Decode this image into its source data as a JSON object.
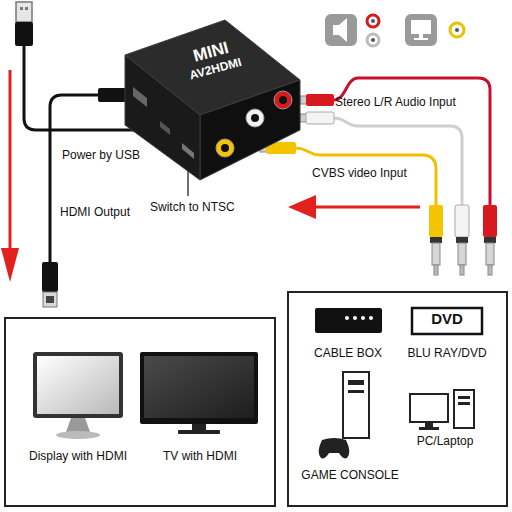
{
  "diagram": {
    "nodes": [
      {
        "text": [
          "MINI",
          "AV2HDMI"
        ]
      },
      {
        "text": [
          "Display with HDMI"
        ]
      },
      {
        "text": [
          "TV with HDMI"
        ]
      },
      {
        "text": [
          "CABLE BOX"
        ]
      },
      {
        "text": [
          "DVD",
          "BLU RAY/DVD"
        ]
      },
      {
        "text": [
          "GAME CONSOLE"
        ]
      },
      {
        "text": [
          "PC/Laptop"
        ]
      }
    ],
    "labels": [
      "Stereo L/R Audio Input",
      "CVBS video Input",
      "Power by USB",
      "HDMI Output",
      "Switch to NTSC"
    ]
  }
}
